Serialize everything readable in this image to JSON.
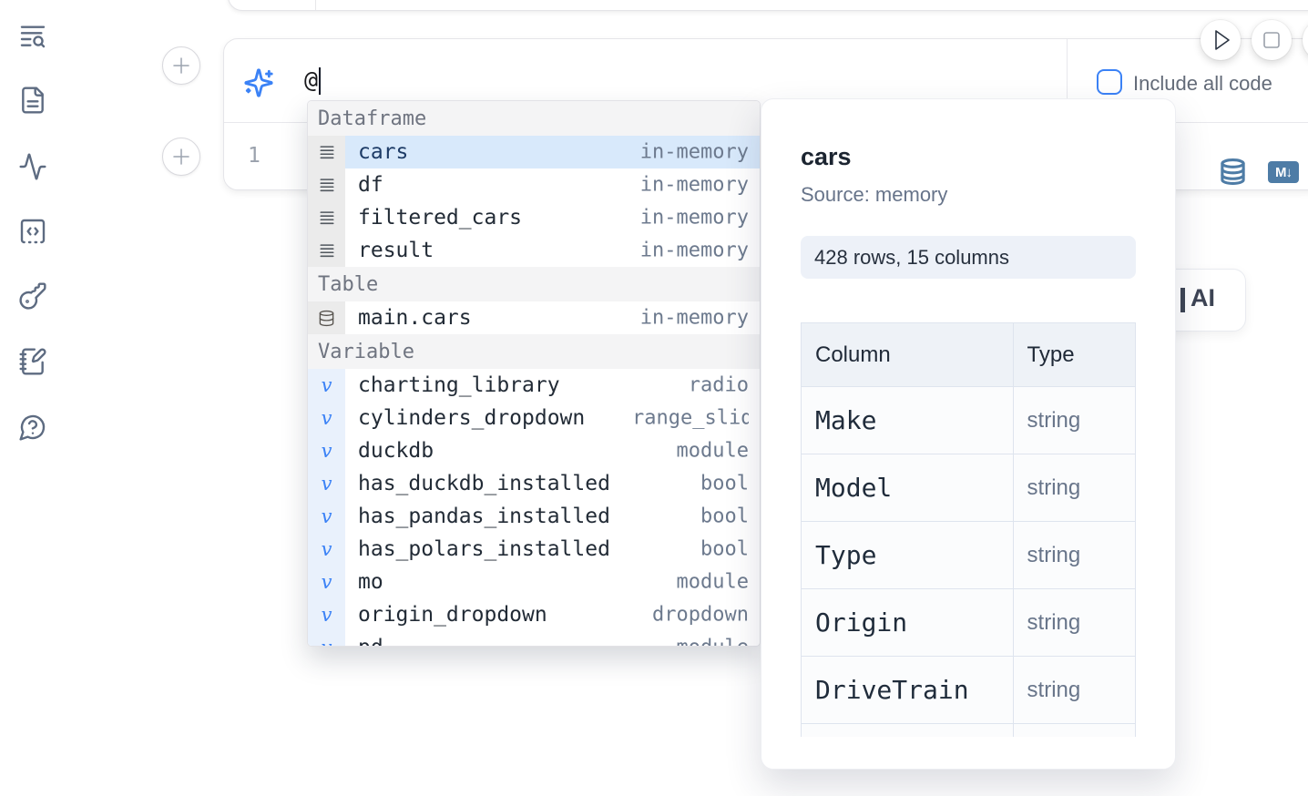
{
  "sidebar": {
    "items": [
      {
        "icon": "toc-search-icon"
      },
      {
        "icon": "file-text-icon"
      },
      {
        "icon": "activity-icon"
      },
      {
        "icon": "snippets-code-icon"
      },
      {
        "icon": "key-icon"
      },
      {
        "icon": "scratchpad-pen-icon"
      },
      {
        "icon": "help-chat-icon"
      }
    ]
  },
  "toolbar": {
    "include_all_code_label": "Include all code",
    "include_all_code_checked": false
  },
  "cell": {
    "prompt_value": "@",
    "line_number": "1",
    "markdown_badge": "M↓"
  },
  "autocomplete": {
    "variable_glyph": "v",
    "sections": [
      {
        "label": "Dataframe",
        "items": [
          {
            "name": "cars",
            "type": "in-memory",
            "selected": true
          },
          {
            "name": "df",
            "type": "in-memory"
          },
          {
            "name": "filtered_cars",
            "type": "in-memory"
          },
          {
            "name": "result",
            "type": "in-memory"
          }
        ]
      },
      {
        "label": "Table",
        "items": [
          {
            "name": "main.cars",
            "type": "in-memory"
          }
        ]
      },
      {
        "label": "Variable",
        "items": [
          {
            "name": "charting_library",
            "type": "radio"
          },
          {
            "name": "cylinders_dropdown",
            "type": "range_slider"
          },
          {
            "name": "duckdb",
            "type": "module"
          },
          {
            "name": "has_duckdb_installed",
            "type": "bool"
          },
          {
            "name": "has_pandas_installed",
            "type": "bool"
          },
          {
            "name": "has_polars_installed",
            "type": "bool"
          },
          {
            "name": "mo",
            "type": "module"
          },
          {
            "name": "origin_dropdown",
            "type": "dropdown"
          },
          {
            "name": "pd",
            "type": "module"
          }
        ]
      }
    ]
  },
  "preview": {
    "title": "cars",
    "source": "Source: memory",
    "shape": "428 rows, 15 columns",
    "table": {
      "headers": [
        "Column",
        "Type"
      ],
      "rows": [
        [
          "Make",
          "string"
        ],
        [
          "Model",
          "string"
        ],
        [
          "Type",
          "string"
        ],
        [
          "Origin",
          "string"
        ],
        [
          "DriveTrain",
          "string"
        ]
      ]
    }
  },
  "ai_button": {
    "label": "AI"
  },
  "colors": {
    "accent_blue": "#3b82f6",
    "steel_blue": "#4e7ca6",
    "selected_row": "#d8e9fb"
  }
}
